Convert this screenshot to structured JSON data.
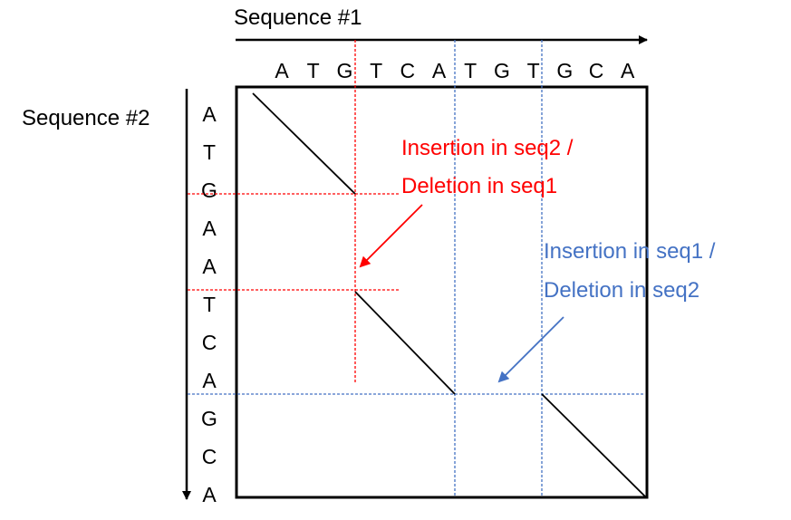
{
  "sequence1": {
    "title": "Sequence #1",
    "letters": [
      "A",
      "T",
      "G",
      "T",
      "C",
      "A",
      "T",
      "G",
      "T",
      "G",
      "C",
      "A"
    ]
  },
  "sequence2": {
    "title": "Sequence #2",
    "letters": [
      "A",
      "T",
      "G",
      "A",
      "A",
      "T",
      "C",
      "A",
      "G",
      "C",
      "A"
    ]
  },
  "annotations": {
    "red": {
      "line1": "Insertion in seq2 /",
      "line2": "Deletion in seq1",
      "color": "#ff0000"
    },
    "blue": {
      "line1": "Insertion in seq1 /",
      "line2": "Deletion in seq2",
      "color": "#4472c4"
    }
  },
  "colors": {
    "matrix": "#000000",
    "red": "#ff0000",
    "blue": "#4472c4"
  }
}
